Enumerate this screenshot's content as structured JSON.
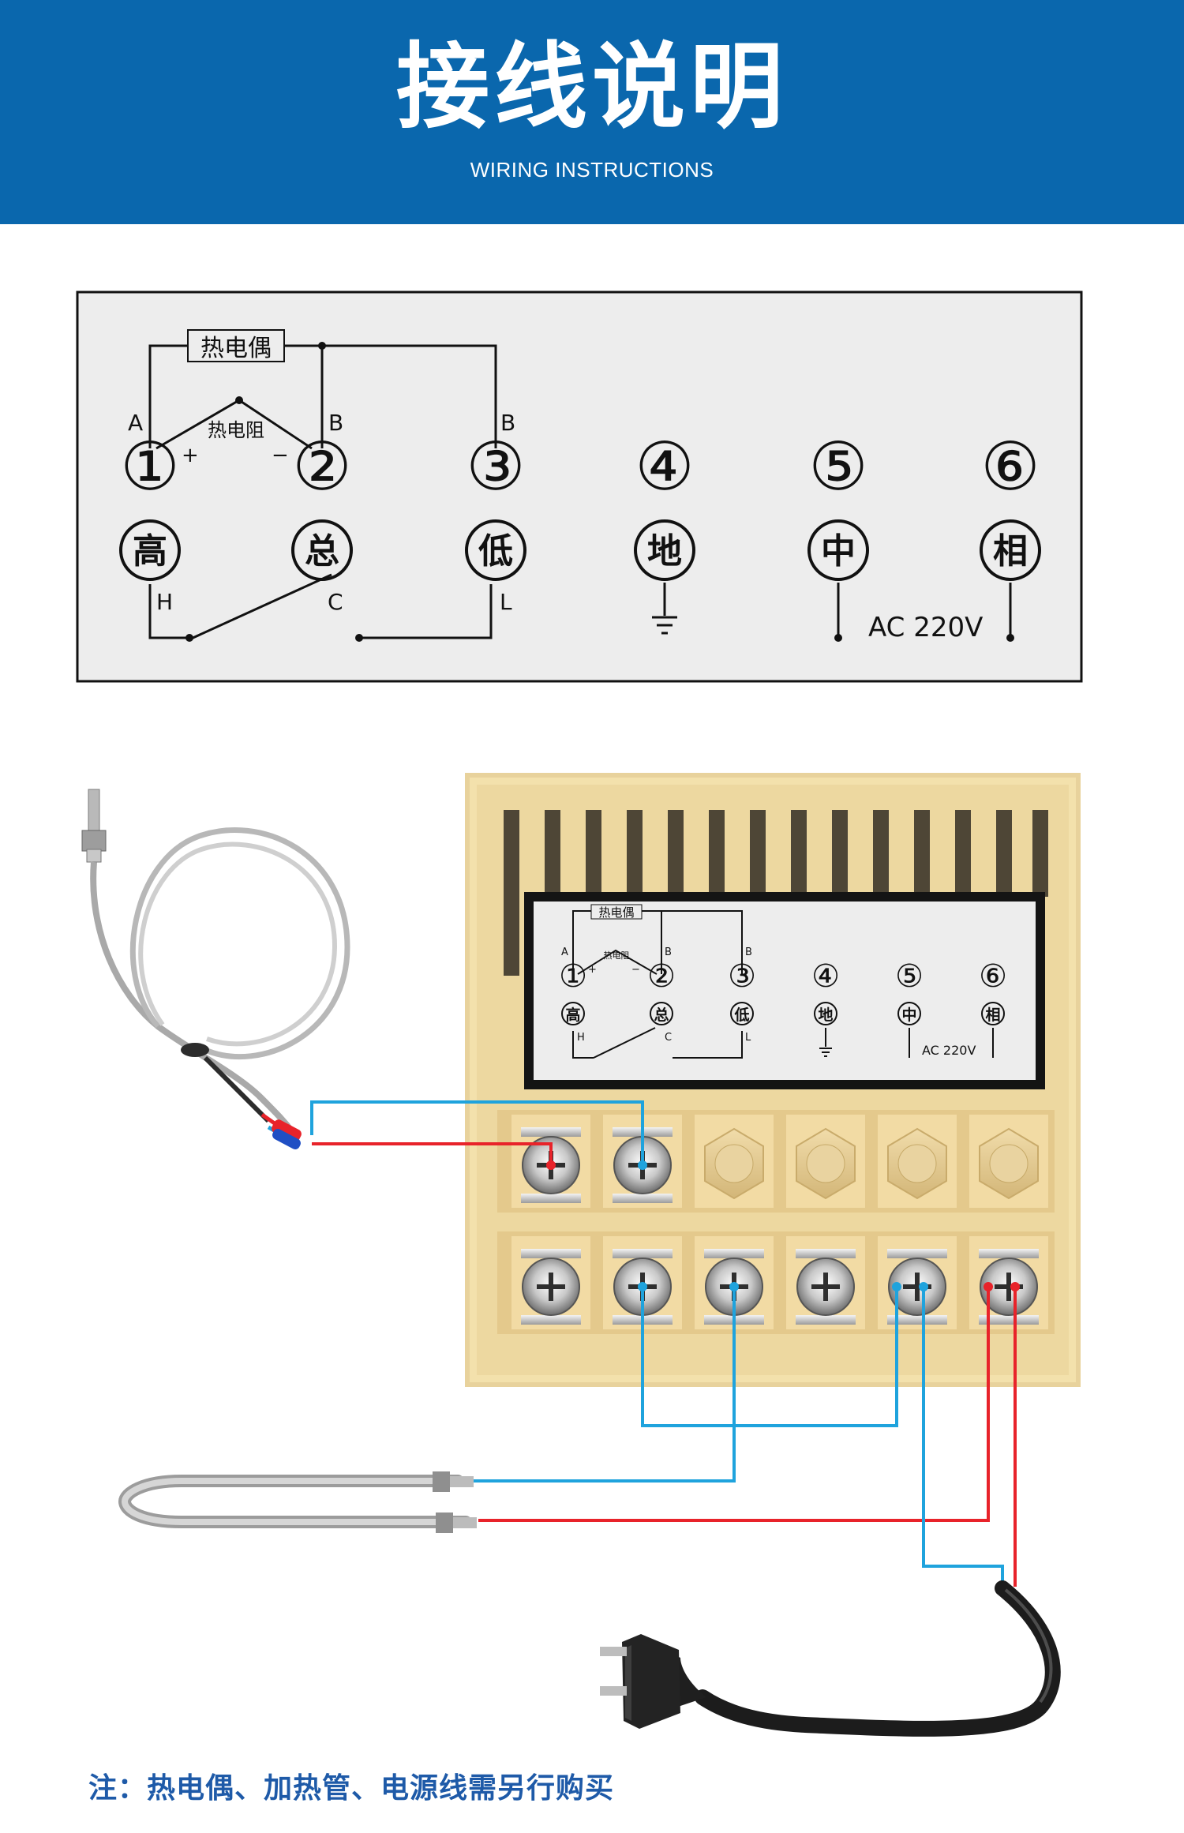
{
  "header": {
    "title": "接线说明",
    "subtitle": "WIRING INSTRUCTIONS"
  },
  "diagram": {
    "thermocouple": "热电偶",
    "rtd": "热电阻",
    "pin_letters": {
      "a": "A",
      "b": "B",
      "b3": "B",
      "plus": "+",
      "minus": "−"
    },
    "terminals": [
      {
        "number": "①",
        "function": "高",
        "letter": "H"
      },
      {
        "number": "②",
        "function": "总",
        "letter": "C"
      },
      {
        "number": "③",
        "function": "低",
        "letter": "L"
      },
      {
        "number": "④",
        "function": "地"
      },
      {
        "number": "⑤",
        "function": "中"
      },
      {
        "number": "⑥",
        "function": "相"
      }
    ],
    "power": "AC 220V"
  },
  "colors": {
    "header": "#0a67ad",
    "wire_red": "#e8232a",
    "wire_blue": "#1fa3dd",
    "housing": "#f2dfa8",
    "note": "#1e5aa8"
  },
  "icons": [
    "ground-icon",
    "screw-terminal-icon",
    "hex-terminal-icon"
  ],
  "note": "注：热电偶、加热管、电源线需另行购买"
}
